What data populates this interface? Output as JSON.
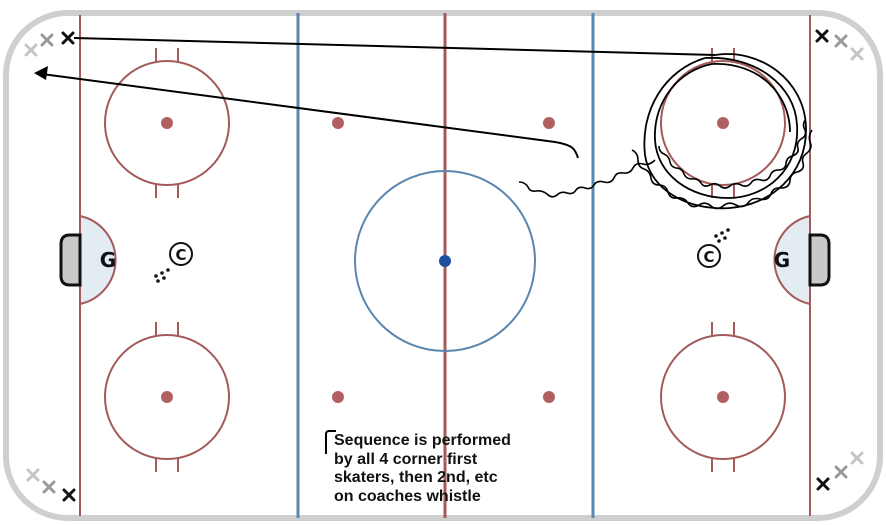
{
  "diagram": {
    "goalie_label": "G",
    "coach_label": "C",
    "note_lines": [
      "Sequence is performed",
      "by all 4 corner first",
      "skaters, then 2nd, etc",
      "on coaches whistle"
    ]
  },
  "colors": {
    "ice": "#ffffff",
    "boards": "#c8c8c8",
    "red_line": "#a35a5a",
    "blue_line": "#5b86b0",
    "center_dot": "#1f4fa0",
    "crease_fill": "#e3ebf3",
    "goal_fill": "#c9c9c9",
    "path": "#000000"
  }
}
